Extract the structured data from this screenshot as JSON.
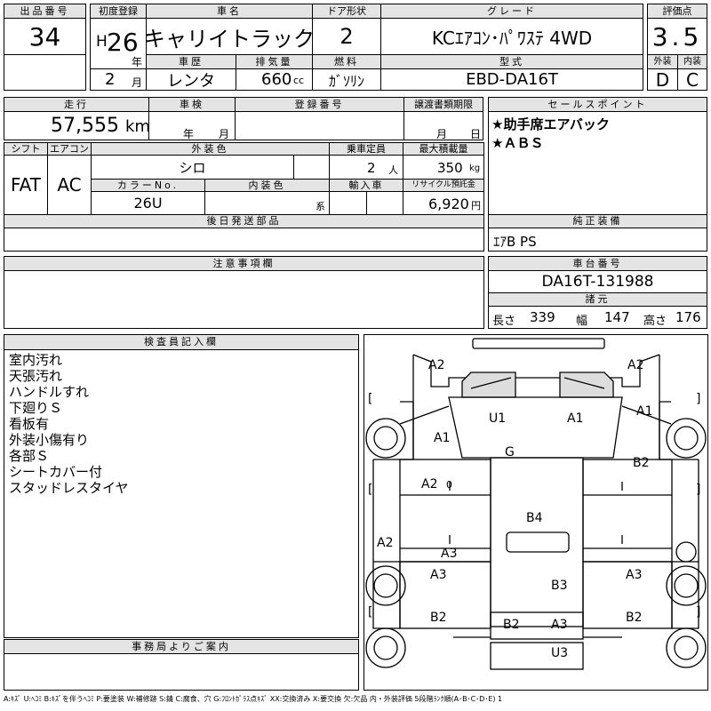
{
  "headers": {
    "lot_no": "出品番号",
    "first_reg": "初度登録",
    "car_name": "車名",
    "door": "ドア形状",
    "grade": "グレード",
    "score": "評価点",
    "history": "車歴",
    "displacement": "排気量",
    "fuel": "燃料",
    "model": "型式",
    "exterior": "外装",
    "interior": "内装",
    "mileage": "走行",
    "inspection": "車検",
    "registration": "登録番号",
    "transfer": "譲渡書類期限",
    "sales_points": "セールスポイント",
    "shift": "シフト",
    "aircon": "エアコン",
    "color": "外装色",
    "capacity": "乗車定員",
    "max_load": "最大積載量",
    "color_no": "カラーNo.",
    "int_color": "内装色",
    "import": "輸入車",
    "recycle": "リサイクル預託金",
    "later_parts": "後日発送部品",
    "genuine": "純正装備",
    "caution": "注意事項欄",
    "chassis": "車台番号",
    "specs": "諸元",
    "inspector": "検査員記入欄",
    "office": "事務局よりご案内"
  },
  "vehicle": {
    "lot_no": "34",
    "era": "H",
    "year": "26",
    "year_unit": "年",
    "month": "2",
    "month_unit": "月",
    "name": "キャリイトラック",
    "doors": "2",
    "grade": "KCｴｱｺﾝ･ﾊﾟﾜｽﾃ 4WD",
    "score": "3.5",
    "history": "レンタ",
    "displacement": "660",
    "displacement_unit": "cc",
    "fuel": "ｶﾞｿﾘﾝ",
    "model": "EBD-DA16T",
    "exterior_grade": "D",
    "interior_grade": "C",
    "mileage": "57,555",
    "mileage_unit": "km",
    "insp_year_unit": "年",
    "insp_month_unit": "月",
    "transfer_month_unit": "月",
    "transfer_day_unit": "日",
    "shift": "FAT",
    "aircon": "AC",
    "color": "シロ",
    "capacity": "2",
    "capacity_unit": "人",
    "max_load": "350",
    "max_load_unit": "kg",
    "color_no": "26U",
    "int_color_unit": "系",
    "recycle": "6,920",
    "recycle_unit": "円"
  },
  "sales_points": [
    "★助手席エアバック",
    "★ＡＢＳ"
  ],
  "genuine_equipment": "ｴｱB PS",
  "chassis_no": "DA16T-131988",
  "specs": {
    "length_label": "長さ",
    "length": "339",
    "width_label": "幅",
    "width": "147",
    "height_label": "高さ",
    "height": "176"
  },
  "inspector_notes": [
    "室内汚れ",
    "天張汚れ",
    "ハンドルすれ",
    "下廻りＳ",
    "看板有",
    "外装小傷有り",
    "各部Ｓ",
    "シートカバー付",
    "スタッドレスタイヤ"
  ],
  "diagram_marks": {
    "front_left": "A2",
    "front_right": "A2",
    "door_left": "A1",
    "door_right": "A1",
    "cab_u1": "U1",
    "cab_a1": "A1",
    "roof": "G",
    "side_left_upper": "A2",
    "side_right_upper": "B2",
    "bed": "B4",
    "side_left_mid": "A2",
    "bed_a3": "A3",
    "rear_left_a3": "A3",
    "rear_right_a3": "A3",
    "bed_b3": "B3",
    "rear_left_b2": "B2",
    "rear_right_b2": "B2",
    "tail_b2": "B2",
    "tail_a3": "A3",
    "bumper_u3": "U3",
    "bracket_l": "[",
    "bracket_r": "]",
    "zero": "0"
  },
  "legend": "A:ｷｽﾞ U:ﾍｺﾐ B:ｷｽﾞを伴うﾍｺﾐ P:要塗装 W:補修跡 S:錆 C:腐食、穴 G:ﾌﾛﾝﾄｶﾞﾗｽ点ｷｽﾞ XX:交換済み X:要交換 欠:欠品 内・外装評価 5段階ﾗﾝｸ順(A･B･C･D･E) 1"
}
